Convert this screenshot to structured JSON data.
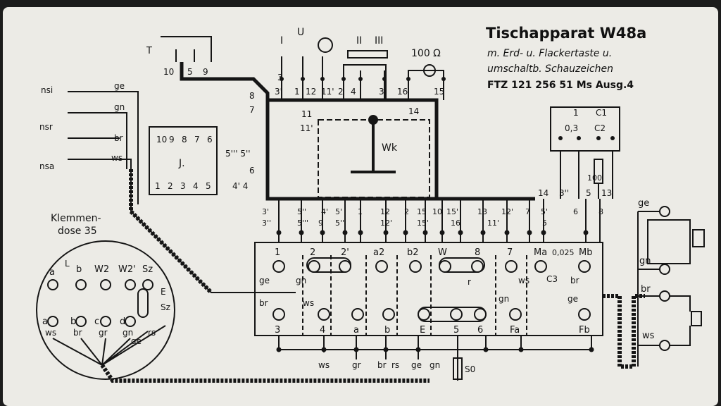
{
  "title": {
    "line1": "Tischapparat W48a",
    "line2": "m. Erd- u. Flackertaste u.",
    "line3": "umschaltb. Schauzeichen",
    "line4": "FTZ 121 256 51 Ms Ausg.4"
  },
  "colors": {
    "paper": "#ecebe6",
    "ink": "#151515",
    "shadow": "#1a1a1a"
  },
  "top_labels": {
    "T": "T",
    "s10": "10",
    "s5": "5",
    "s9": "9",
    "I": "I",
    "U": "U",
    "II": "II",
    "III": "III",
    "r100": "100 Ω",
    "t3": "3",
    "t3p": "3'",
    "t1": "1",
    "t12": "12",
    "t11": "11'",
    "t2": "2",
    "t4": "4",
    "t3b": "3",
    "t16": "16",
    "t15": "15"
  },
  "left_labels": {
    "nsi": "nsi",
    "nsr": "nsr",
    "nsa": "nsa",
    "ge": "ge",
    "gn": "gn",
    "br": "br",
    "ws": "ws"
  },
  "j_block": {
    "name": "J.",
    "top": [
      "10",
      "9",
      "8",
      "7",
      "6"
    ],
    "bottom": [
      "1",
      "2",
      "3",
      "4",
      "5"
    ]
  },
  "side_labels": {
    "l8": "8",
    "l7": "7",
    "l5": "5''' 5''",
    "l6": "6",
    "l4": "4' 4"
  },
  "wk": {
    "name": "Wk",
    "n11": "11",
    "n11p": "11'",
    "n14": "14"
  },
  "caps": {
    "c1": "C1",
    "c2": "C2",
    "v1": "1",
    "v03": "0,3",
    "r100": "100",
    "bottom": [
      "14",
      "3''",
      "5",
      "13"
    ]
  },
  "row_top": [
    "3'",
    "3''",
    "5''",
    "5'''",
    "4'",
    "9",
    "5'",
    "5''",
    "1",
    "12",
    "12'",
    "2",
    "15",
    "15'",
    "10",
    "15'",
    "16",
    "13",
    "11'",
    "12'",
    "7",
    "5'",
    "5",
    "6",
    "8"
  ],
  "terminals": {
    "top": [
      "1",
      "2",
      "2'",
      "a2",
      "b2",
      "W",
      "8",
      "7",
      "Ma",
      "0,025",
      "Mb"
    ],
    "c3": "C3",
    "bottom": [
      "3",
      "4",
      "a",
      "b",
      "E",
      "5",
      "6",
      "Fa",
      "Fb"
    ],
    "wires": [
      "ge",
      "gn",
      "br",
      "ws",
      "ws",
      "br",
      "gn",
      "ge",
      "r"
    ]
  },
  "bottom_labels": [
    "ws",
    "gr",
    "br",
    "rs",
    "ge",
    "gn"
  ],
  "s0": "S0",
  "klemmen": {
    "title1": "Klemmen-",
    "title2": "dose 35",
    "top": [
      "a",
      "b",
      "W2",
      "W2'",
      "Sz"
    ],
    "bottom": [
      "a",
      "b",
      "c",
      "d"
    ],
    "wires": [
      "ws",
      "br",
      "gr",
      "gn",
      "rs",
      "ge"
    ],
    "extra": [
      "L",
      "E",
      "Sz"
    ]
  },
  "right_labels": {
    "ge": "ge",
    "gn": "gn",
    "br": "br",
    "ws": "ws"
  }
}
